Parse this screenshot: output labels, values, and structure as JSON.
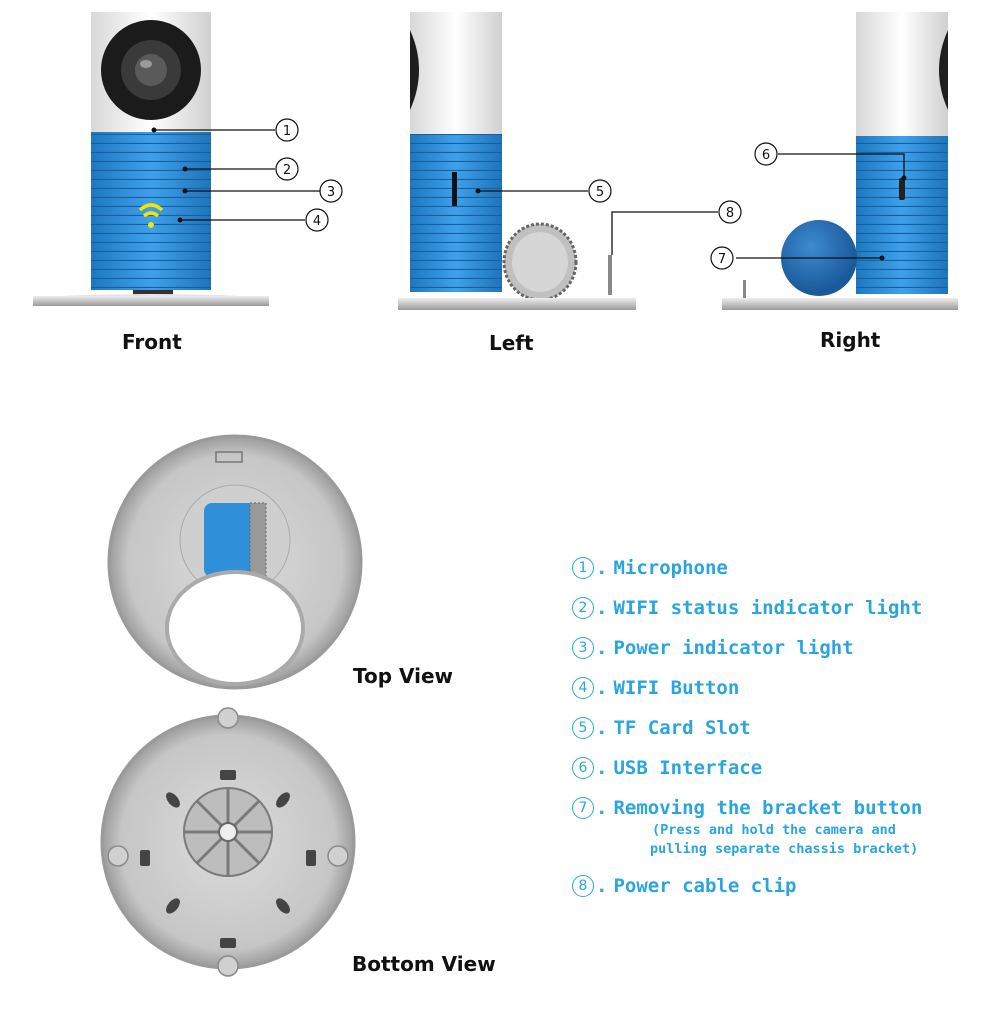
{
  "views": {
    "front": "Front",
    "left": "Left",
    "right": "Right",
    "top": "Top View",
    "bottom": "Bottom View"
  },
  "callouts": [
    "1",
    "2",
    "3",
    "4",
    "5",
    "6",
    "7",
    "8"
  ],
  "legend": [
    {
      "num": "1",
      "label": "Microphone"
    },
    {
      "num": "2",
      "label": "WIFI status indicator light"
    },
    {
      "num": "3",
      "label": "Power indicator light"
    },
    {
      "num": "4",
      "label": "WIFI Button"
    },
    {
      "num": "5",
      "label": "TF Card Slot"
    },
    {
      "num": "6",
      "label": "USB Interface"
    },
    {
      "num": "7",
      "label": "Removing the bracket button",
      "note": [
        "(Press and hold the camera and",
        "pulling separate chassis bracket)"
      ]
    },
    {
      "num": "8",
      "label": "Power cable clip"
    }
  ],
  "colors": {
    "blue": "#2f8fd8",
    "legend": "#2aa5df",
    "white": "#f2f2f2",
    "base": "#c9c9c9"
  }
}
